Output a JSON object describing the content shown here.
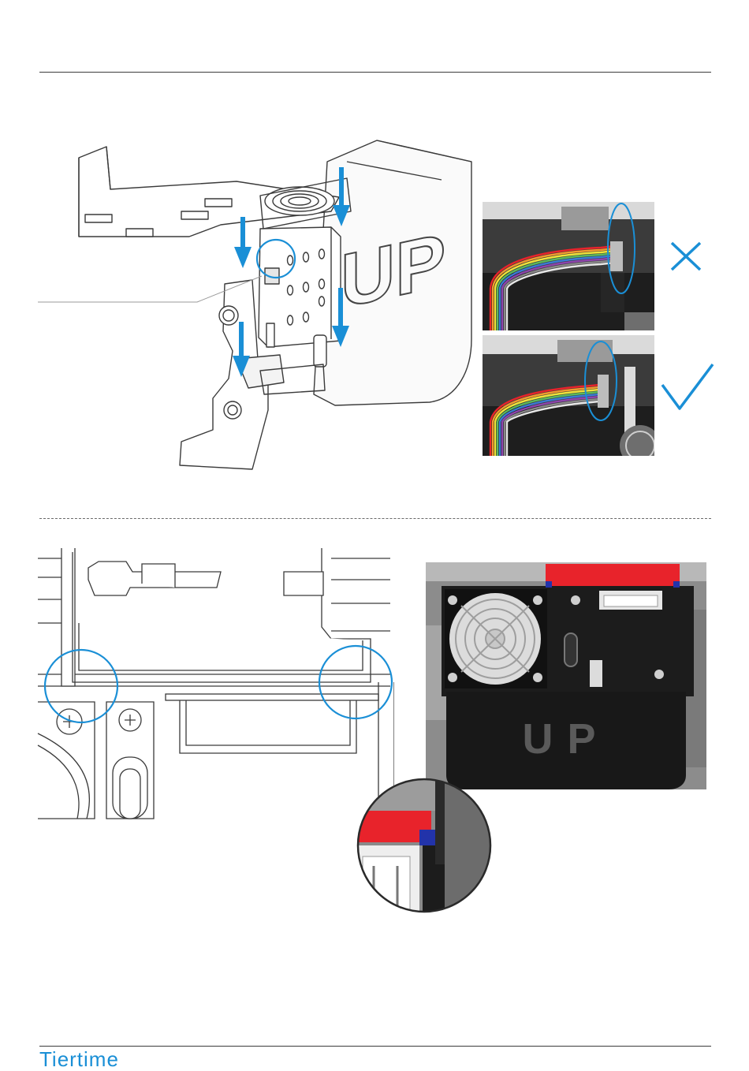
{
  "footer": {
    "brand": "Tiertime"
  },
  "illustration": {
    "case_logo": "UP"
  },
  "photo": {
    "case_logo": "UP"
  },
  "colors": {
    "accent_blue": "#1a8fd6",
    "ribbon_red": "#e8232b",
    "line_gray": "#3c3c3c"
  },
  "icons": [
    "cross-icon",
    "checkmark-icon",
    "down-arrow-icon",
    "highlight-circle-icon"
  ]
}
